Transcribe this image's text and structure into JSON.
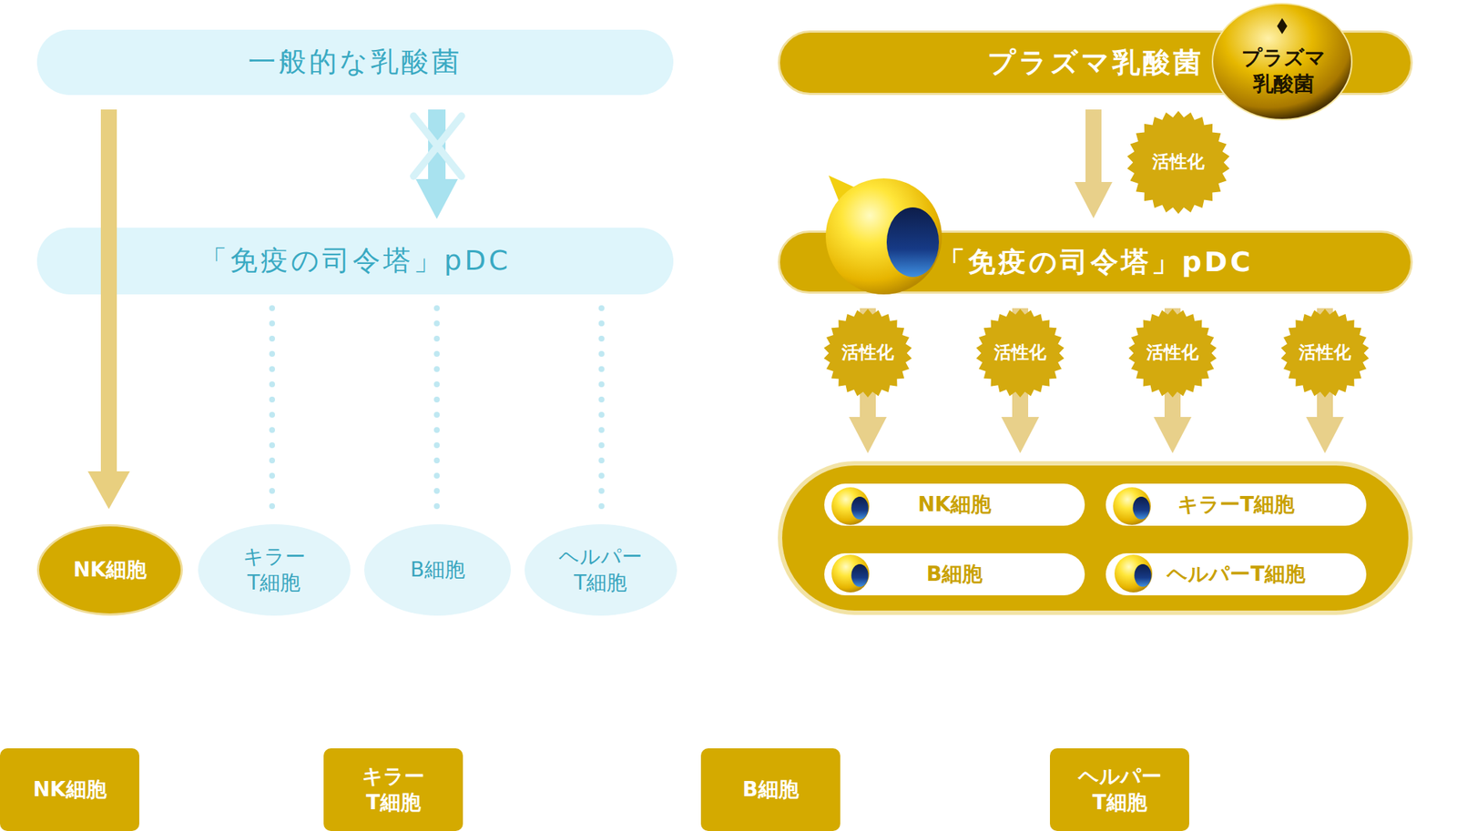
{
  "diagram": {
    "nodes": [
      {
        "text": [
          "一般的な乳酸菌"
        ]
      },
      {
        "text": [
          "「免疫の司令塔」pDC"
        ]
      },
      {
        "text": [
          "NK細胞"
        ]
      },
      {
        "text": [
          "キラー T細胞"
        ]
      },
      {
        "text": [
          "B細胞"
        ]
      },
      {
        "text": [
          "ヘルパー T細胞"
        ]
      },
      {
        "text": [
          "プラズマ乳酸菌"
        ]
      },
      {
        "text": [
          "プラズマ 乳酸菌"
        ]
      },
      {
        "text": [
          "「免疫の司令塔」pDC"
        ]
      },
      {
        "text": []
      },
      {
        "text": [
          "NK細胞"
        ],
        "in": 9
      },
      {
        "text": [
          "キラーT細胞"
        ],
        "in": 9
      },
      {
        "text": [
          "B細胞"
        ],
        "in": 9
      },
      {
        "text": [
          "ヘルパーT細胞"
        ],
        "in": 9
      },
      {
        "text": [
          "NK細胞"
        ]
      },
      {
        "text": [
          "キラー T細胞"
        ]
      },
      {
        "text": [
          "B細胞"
        ]
      },
      {
        "text": [
          "ヘルパー T細胞"
        ]
      }
    ],
    "edges": [
      {
        "from": 0,
        "to": 2,
        "arrow": "to"
      },
      {
        "from": 0,
        "to": 1,
        "arrow": "to"
      },
      {
        "from": 1,
        "to": 3,
        "arrow": "none"
      },
      {
        "from": 1,
        "to": 4,
        "arrow": "none"
      },
      {
        "from": 1,
        "to": 5,
        "arrow": "none"
      },
      {
        "from": 6,
        "to": 8,
        "label": "活性化",
        "arrow": "to"
      },
      {
        "from": 8,
        "to": 9,
        "label": "活性化",
        "arrow": "to"
      },
      {
        "from": 8,
        "to": 9,
        "label": "活性化",
        "arrow": "to"
      },
      {
        "from": 8,
        "to": 9,
        "label": "活性化",
        "arrow": "to"
      },
      {
        "from": 8,
        "to": 9,
        "label": "活性化",
        "arrow": "to"
      }
    ]
  }
}
